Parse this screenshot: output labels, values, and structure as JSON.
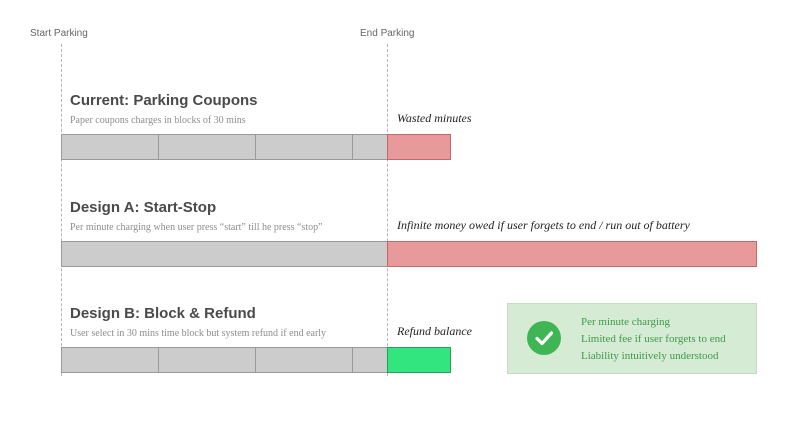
{
  "markers": {
    "start": "Start Parking",
    "end": "End Parking"
  },
  "sections": [
    {
      "title": "Current: Parking Coupons",
      "subtitle": "Paper coupons charges in blocks of 30 mins",
      "note": "Wasted minutes"
    },
    {
      "title": "Design A: Start-Stop",
      "subtitle": "Per minute charging when user press “start” till he press “stop”",
      "note": "Infinite money owed if user forgets to end / run out of battery"
    },
    {
      "title": "Design B: Block & Refund",
      "subtitle": "User select in 30 mins time block but system refund if end early",
      "note": "Refund balance"
    }
  ],
  "callout": {
    "icon": "check-circle-icon",
    "lines": [
      "Per minute charging",
      "Limited fee if user forgets to end",
      "Liability intuitively understood"
    ]
  },
  "colors": {
    "bar_fill": "#cccccc",
    "overrun_red": "#e89a9a",
    "refund_green": "#32e57f",
    "callout_bg": "#d6ebd3",
    "callout_text": "#3c9a4c"
  }
}
